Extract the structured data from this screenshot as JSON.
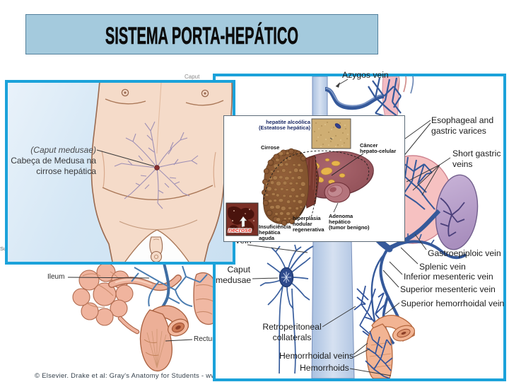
{
  "slide_title": "SISTEMA PORTA-HEPÁTICO",
  "colors": {
    "panel_border": "#1ba2da",
    "title_background": "#a4cadd",
    "title_border": "#53809c",
    "necrose_text": "#e63428"
  },
  "background_figure": {
    "ileum_label": "Ileum",
    "rectum_label": "Rectum",
    "partial_left_label": "Su",
    "partial_top_label": "Caput",
    "credit": "© Elsevier. Drake et al: Gray's Anatomy for Students - www"
  },
  "left_panel": {
    "caption_line1": "(Caput  medusae)",
    "caption_line2": "Cabeça de Medusa na",
    "caption_line3": "cirrose hepática"
  },
  "right_panel": {
    "azygos_vein": "Azygos vein",
    "esophageal_line1": "Esophageal and",
    "esophageal_line2": "gastric varices",
    "short_gastric_line1": "Short gastric",
    "short_gastric_line2": "veins",
    "gastroepiploic_vein": "Gastroepiploic vein",
    "splenic_vein": "Splenic vein",
    "inferior_mesenteric_vein": "Inferior mesenteric vein",
    "superior_mesenteric_vein": "Superior mesenteric vein",
    "superior_hemorrhoidal_vein": "Superior hemorrhoidal vein",
    "caput_line1": "Caput",
    "caput_line2": "medusae",
    "retroperitoneal_line1": "Retroperitoneal",
    "retroperitoneal_line2": "collaterals",
    "hemorrhoidal_veins": "Hemorrhoidal veins",
    "hemorrhoids": "Hemorrhoids",
    "portal_vein_partial": "Portal vein"
  },
  "overlay_panel": {
    "hepatitis_line1": "hepatite alcoólica",
    "hepatitis_line2": "(Esteatose hepática)",
    "cirrhosis": "Cirrose",
    "cancer_line1": "Câncer",
    "cancer_line2": "hepato-celular",
    "hyperplasia_line1": "hiperplasia",
    "hyperplasia_line2": "nodular",
    "hyperplasia_line3": "regenerativa",
    "adenoma_line1": "Adenoma",
    "adenoma_line2": "hepático",
    "adenoma_line3": "(tumor benigno)",
    "necrosis": "necrose",
    "failure_line1": "Insuficiência",
    "failure_line2": "hepática",
    "failure_line3": "aguda"
  }
}
